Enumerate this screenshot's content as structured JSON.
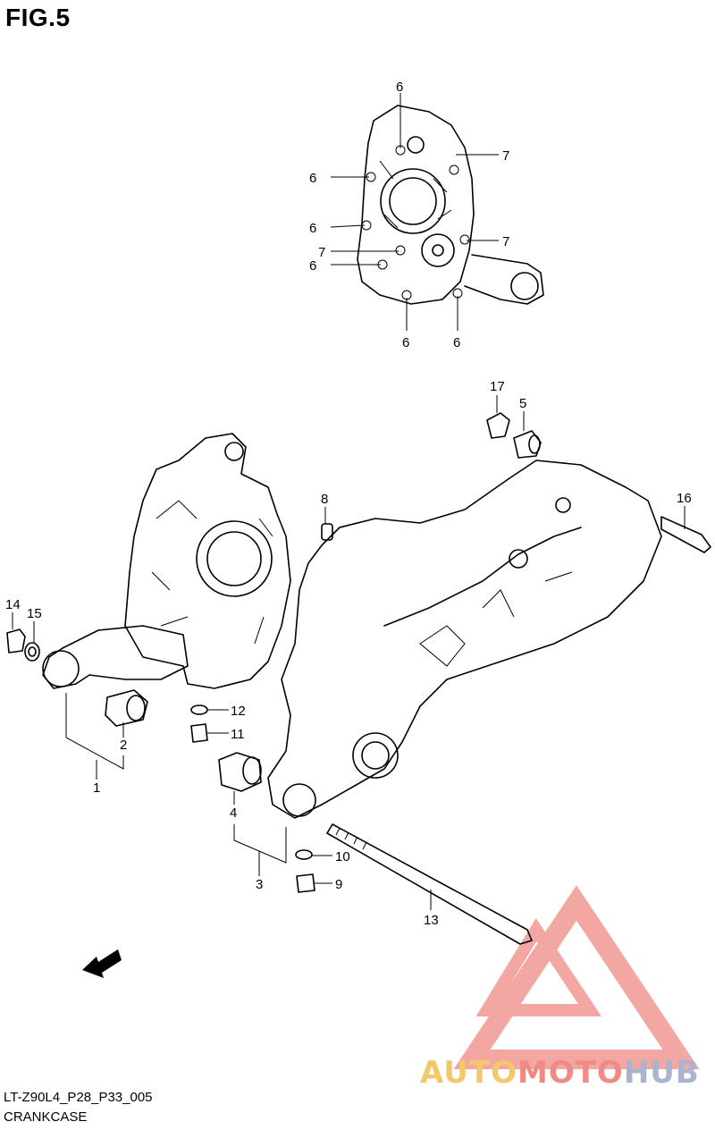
{
  "figure": {
    "title": "FIG.5"
  },
  "footer": {
    "code": "LT-Z90L4_P28_P33_005",
    "name": "CRANKCASE"
  },
  "watermark": {
    "part1": "AUTO",
    "part2": "MOTO",
    "part3": "HUB",
    "colors": {
      "auto": "#f3c86a",
      "moto": "#f08a84",
      "hub": "#aab3d0"
    }
  },
  "callouts": {
    "c6a": "6",
    "c6b": "6",
    "c6c": "6",
    "c6d": "6",
    "c6e": "6",
    "c6f": "6",
    "c7a": "7",
    "c7b": "7",
    "c7c": "7",
    "c17": "17",
    "c5": "5",
    "c16": "16",
    "c8": "8",
    "c14": "14",
    "c15": "15",
    "c12": "12",
    "c11": "11",
    "c2": "2",
    "c1": "1",
    "c4": "4",
    "c3": "3",
    "c10": "10",
    "c9": "9",
    "c13": "13"
  },
  "icons": {
    "arrow": "fwd-arrow-icon"
  }
}
